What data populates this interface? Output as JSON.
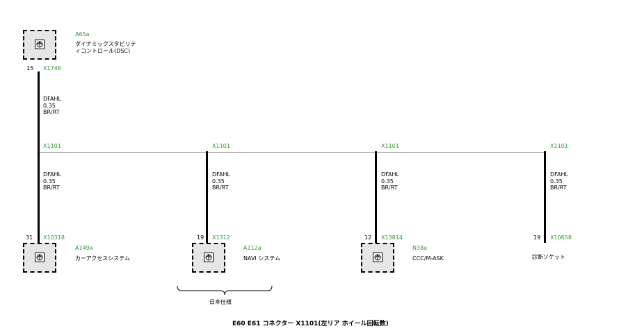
{
  "dsc": {
    "id": "A65a",
    "name_line1": "ダイナミックスタビリテ",
    "name_line2": "ィコントロール(DSC)",
    "pin": "15",
    "connector": "X1746",
    "wire": {
      "code": "DFAHL",
      "size": "0.35",
      "color": "BR/RT"
    }
  },
  "bus_label": "X1101",
  "branches": [
    {
      "id": "A149a",
      "name": "カーアクセスシステム",
      "pin": "31",
      "connector": "X10318",
      "wire": {
        "code": "DFAHL",
        "size": "0.35",
        "color": "BR/RT"
      }
    },
    {
      "id": "A112a",
      "name": "NAVI システム",
      "pin": "19",
      "connector": "X1312",
      "wire": {
        "code": "DFAHL",
        "size": "0.35",
        "color": "BR/RT"
      }
    },
    {
      "id": "N38a",
      "name": "CCC/M-ASK",
      "pin": "12",
      "connector": "X13814",
      "wire": {
        "code": "DFAHL",
        "size": "0.35",
        "color": "BR/RT"
      }
    },
    {
      "pin": "19",
      "connector": "X10658",
      "name": "診断ソケット",
      "wire": {
        "code": "DFAHL",
        "size": "0.35",
        "color": "BR/RT"
      }
    }
  ],
  "brace_label": "日本仕様",
  "footer_title": "E60 E61 コネクター X1101(左リア ホイール回転数)",
  "colors": {
    "label_green": "#2e9a2e",
    "wire": "#000000",
    "bus": "#999999",
    "box_fill": "#e6e6e6"
  }
}
